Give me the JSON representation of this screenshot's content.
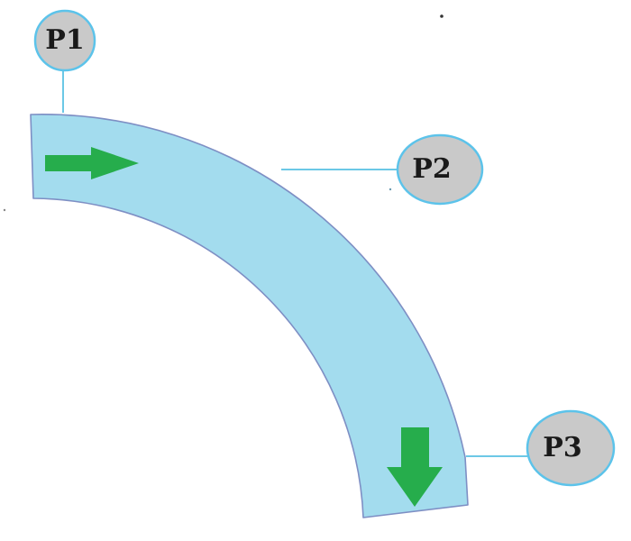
{
  "diagram": {
    "points": [
      {
        "id": "p1",
        "label": "P1"
      },
      {
        "id": "p2",
        "label": "P2"
      },
      {
        "id": "p3",
        "label": "P3"
      }
    ],
    "colors": {
      "pipe_fill": "#a3dcee",
      "pipe_stroke": "#7e8fc4",
      "leader_line": "#6cc8e6",
      "marker_fill": "#c9c9c9",
      "marker_stroke": "#5cc3ea",
      "arrow_fill": "#26ad4c",
      "label_text": "#1a1a1a"
    },
    "flow_arrows": [
      {
        "id": "inlet",
        "direction": "right"
      },
      {
        "id": "outlet",
        "direction": "down"
      }
    ]
  }
}
